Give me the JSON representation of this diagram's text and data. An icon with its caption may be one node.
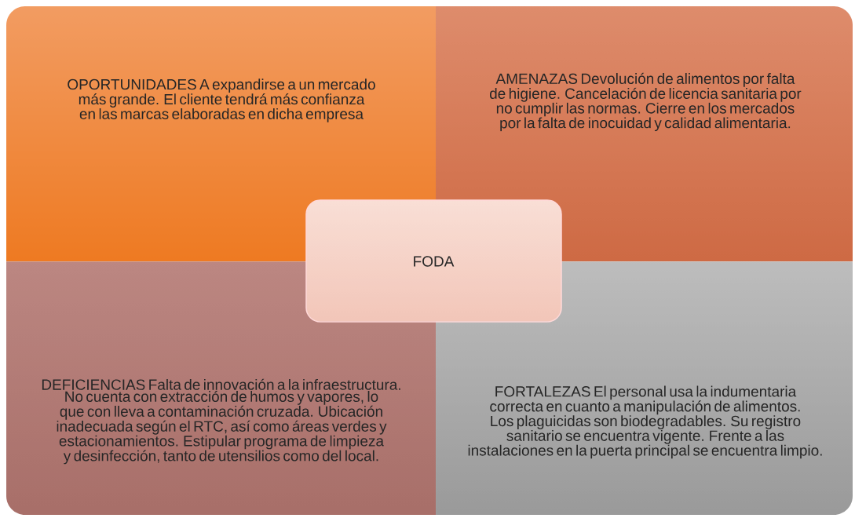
{
  "diagram": {
    "nodes": [
      {
        "text": [
          "OPORTUNIDADES A expandirse a un mercado más grande. El cliente tendrá más confianza en las marcas elaboradas en dicha empresa"
        ]
      },
      {
        "text": [
          "AMENAZAS  Devolución de alimentos por falta de higiene. Cancelación de licencia sanitaria por no cumplir las normas. Cierre en los mercados por la falta de inocuidad y calidad alimentaria."
        ]
      },
      {
        "text": [
          "FODA"
        ]
      },
      {
        "text": [
          "DEFICIENCIAS Falta de innovación a la infraestructura. No cuenta con extracción de humos y vapores, lo que con lleva  a contaminación cruzada. Ubicación inadecuada según el RTC, así como áreas verdes y estacionamientos. Estipular programa de limpieza y desinfección, tanto de utensilios como del local."
        ]
      },
      {
        "text": [
          "FORTALEZAS El personal usa la indumentaria correcta en cuanto a manipulación de alimentos. Los plaguicidas son biodegradables. Su registro sanitario se encuentra vigente. Frente a las instalaciones en la puerta principal se encuentra limpio."
        ]
      }
    ]
  }
}
